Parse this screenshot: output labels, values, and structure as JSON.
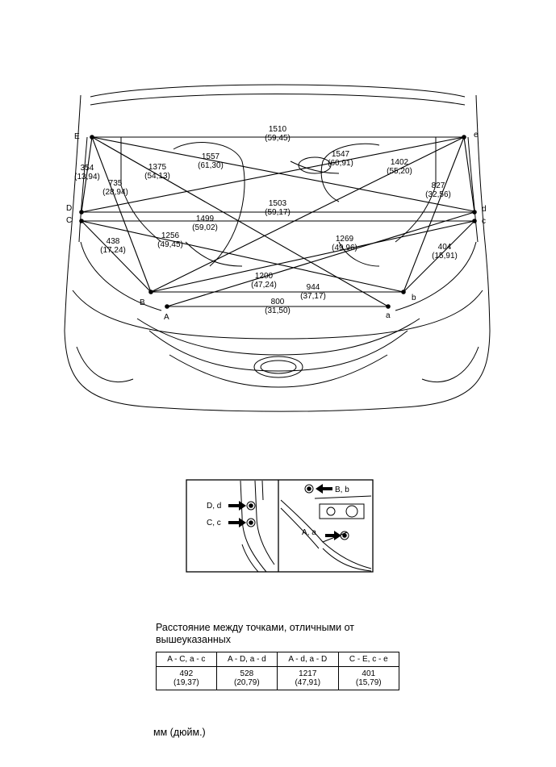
{
  "points": {
    "E": "E",
    "D": "D",
    "C": "C",
    "B": "B",
    "A": "A",
    "e": "e",
    "d": "d",
    "c": "c",
    "b": "b",
    "a": "a"
  },
  "measurements": [
    {
      "mm": "1510",
      "in": "(59,45)"
    },
    {
      "mm": "1557",
      "in": "(61,30)"
    },
    {
      "mm": "1547",
      "in": "(60,91)"
    },
    {
      "mm": "1375",
      "in": "(54,13)"
    },
    {
      "mm": "1402",
      "in": "(55,20)"
    },
    {
      "mm": "354",
      "in": "(13,94)"
    },
    {
      "mm": "735",
      "in": "(28,94)"
    },
    {
      "mm": "827",
      "in": "(32,56)"
    },
    {
      "mm": "1503",
      "in": "(59,17)"
    },
    {
      "mm": "1499",
      "in": "(59,02)"
    },
    {
      "mm": "1256",
      "in": "(49,45)"
    },
    {
      "mm": "1269",
      "in": "(49,96)"
    },
    {
      "mm": "438",
      "in": "(17,24)"
    },
    {
      "mm": "404",
      "in": "(15,91)"
    },
    {
      "mm": "1200",
      "in": "(47,24)"
    },
    {
      "mm": "944",
      "in": "(37,17)"
    },
    {
      "mm": "800",
      "in": "(31,50)"
    }
  ],
  "inset": {
    "left_label_1": "D, d",
    "left_label_2": "C, c",
    "right_label_1": "B, b",
    "right_label_2": "A, a"
  },
  "table": {
    "title": "Расстояние между точками, отличными от вышеуказанных",
    "headers": [
      "A - C, a - c",
      "A - D, a - d",
      "A - d, a - D",
      "C - E, c - e"
    ],
    "values_mm": [
      "492",
      "528",
      "1217",
      "401"
    ],
    "values_in": [
      "(19,37)",
      "(20,79)",
      "(47,91)",
      "(15,79)"
    ]
  },
  "unit_note": "мм (дюйм.)"
}
